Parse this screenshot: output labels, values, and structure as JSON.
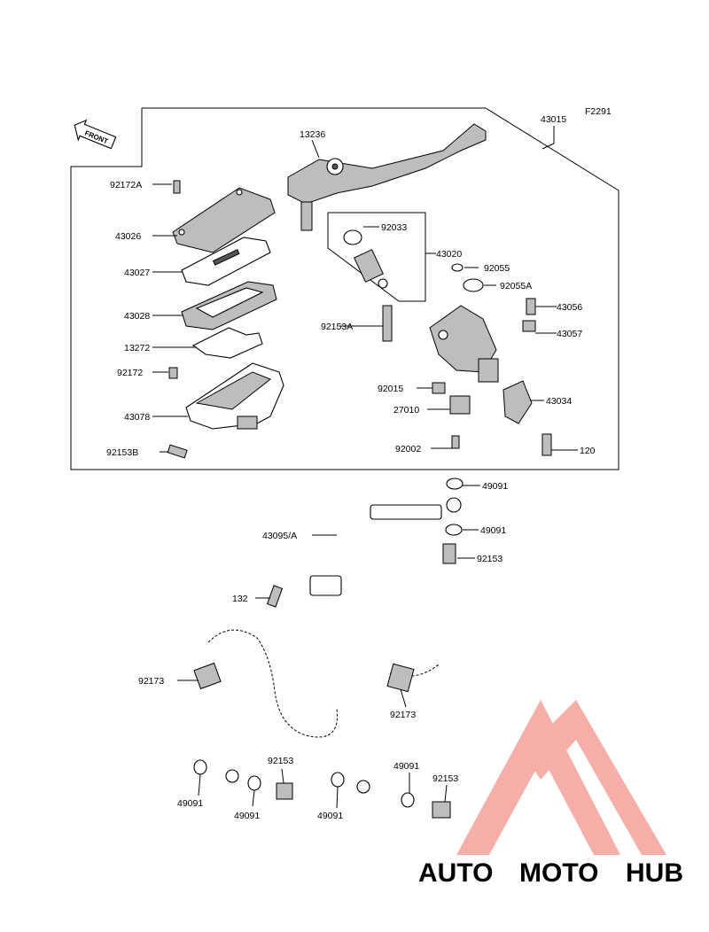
{
  "figure_code": "F2291",
  "front_tag": "FRONT",
  "brand": {
    "part1": "AUTO",
    "part2": "MOTO",
    "part3": "HUB",
    "color1": "#f4b183",
    "color2": "#f08080",
    "color3": "#5a5a5a",
    "mark_color": "#f4a09a"
  },
  "labels": [
    {
      "id": "43015",
      "text": "43015"
    },
    {
      "id": "13236",
      "text": "13236"
    },
    {
      "id": "92172A",
      "text": "92172A"
    },
    {
      "id": "43026",
      "text": "43026"
    },
    {
      "id": "92033",
      "text": "92033"
    },
    {
      "id": "43020",
      "text": "43020"
    },
    {
      "id": "43027",
      "text": "43027"
    },
    {
      "id": "92055",
      "text": "92055"
    },
    {
      "id": "92055A",
      "text": "92055A"
    },
    {
      "id": "43028",
      "text": "43028"
    },
    {
      "id": "43056",
      "text": "43056"
    },
    {
      "id": "92153A",
      "text": "92153A"
    },
    {
      "id": "43057",
      "text": "43057"
    },
    {
      "id": "13272",
      "text": "13272"
    },
    {
      "id": "92172",
      "text": "92172"
    },
    {
      "id": "92015",
      "text": "92015"
    },
    {
      "id": "43034",
      "text": "43034"
    },
    {
      "id": "27010",
      "text": "27010"
    },
    {
      "id": "43078",
      "text": "43078"
    },
    {
      "id": "92002",
      "text": "92002"
    },
    {
      "id": "120",
      "text": "120"
    },
    {
      "id": "92153B",
      "text": "92153B"
    },
    {
      "id": "49091a",
      "text": "49091"
    },
    {
      "id": "43095A",
      "text": "43095/A"
    },
    {
      "id": "49091b",
      "text": "49091"
    },
    {
      "id": "92153a",
      "text": "92153"
    },
    {
      "id": "132",
      "text": "132"
    },
    {
      "id": "92173a",
      "text": "92173"
    },
    {
      "id": "92173b",
      "text": "92173"
    },
    {
      "id": "92153b",
      "text": "92153"
    },
    {
      "id": "49091c",
      "text": "49091"
    },
    {
      "id": "92153c",
      "text": "92153"
    },
    {
      "id": "49091d",
      "text": "49091"
    },
    {
      "id": "49091e",
      "text": "49091"
    },
    {
      "id": "49091f",
      "text": "49091"
    }
  ]
}
